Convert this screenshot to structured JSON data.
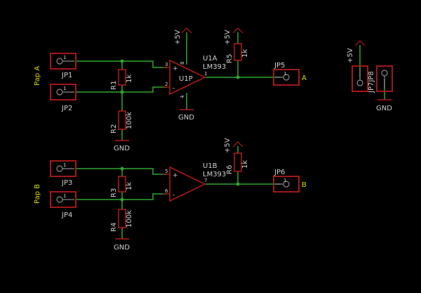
{
  "colors": {
    "background": "#000000",
    "wire": "#2fa52f",
    "part": "#b31b1b",
    "text": "#cfcfcf",
    "netLabel": "#d8d800",
    "pin": "#888888"
  },
  "labels": {
    "padA": "Pap A",
    "padB": "Pap B",
    "jp1": "JP1",
    "jp2": "JP2",
    "jp3": "JP3",
    "jp4": "JP4",
    "jp5": "JP5",
    "jp6": "JP6",
    "jp7jp8": "JP7JP8",
    "jpPin1": "1",
    "r1": "R1",
    "r1v": "1k",
    "r2": "R2",
    "r2v": "100k",
    "r3": "R3",
    "r3v": "1k",
    "r4": "R4",
    "r4v": "100k",
    "r5": "R5",
    "r5v": "1k",
    "r6": "R6",
    "r6v": "1k",
    "u1a": "U1A",
    "u1aPart": "LM393",
    "u1p": "U1P",
    "u1b": "U1B",
    "u1bPart": "LM393",
    "vcc": "+5V",
    "gnd": "GND",
    "outA": "A",
    "outB": "B",
    "pin8": "8",
    "pin4": "4",
    "pin3": "3",
    "pin2": "2",
    "pin1": "1",
    "pin5": "5",
    "pin6": "6",
    "pin7": "7",
    "plus": "+",
    "minus": "-"
  }
}
